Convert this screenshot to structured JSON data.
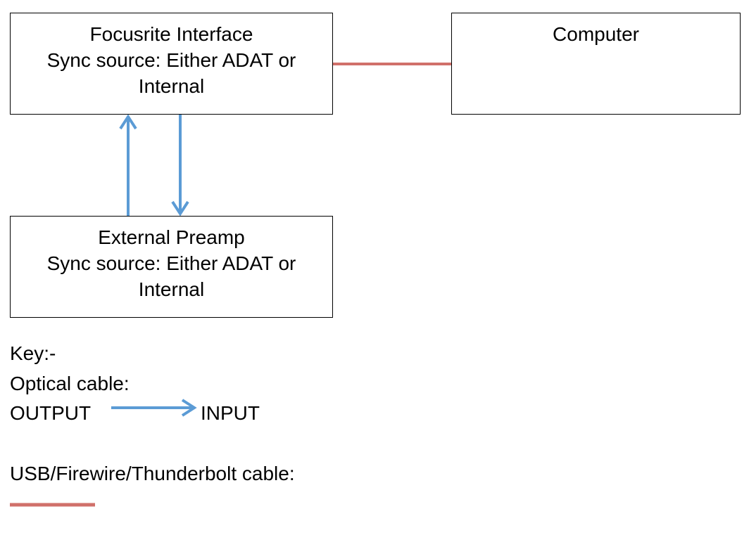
{
  "nodes": {
    "interface": {
      "lines": [
        "Focusrite Interface",
        "Sync source: Either ADAT or",
        "Internal"
      ]
    },
    "computer": {
      "lines": [
        "Computer"
      ]
    },
    "preamp": {
      "lines": [
        "External Preamp",
        "Sync source: Either ADAT or",
        "Internal"
      ]
    }
  },
  "edges": [
    {
      "from": "preamp",
      "to": "interface",
      "type": "optical"
    },
    {
      "from": "interface",
      "to": "preamp",
      "type": "optical"
    },
    {
      "from": "interface",
      "to": "computer",
      "type": "usb"
    }
  ],
  "key": {
    "title": "Key:-",
    "optical_label": "Optical cable:",
    "output_label": "OUTPUT",
    "input_label": "INPUT",
    "usb_label": "USB/Firewire/Thunderbolt cable:"
  },
  "colors": {
    "optical": "#5b9bd5",
    "usb": "#d0706a"
  }
}
